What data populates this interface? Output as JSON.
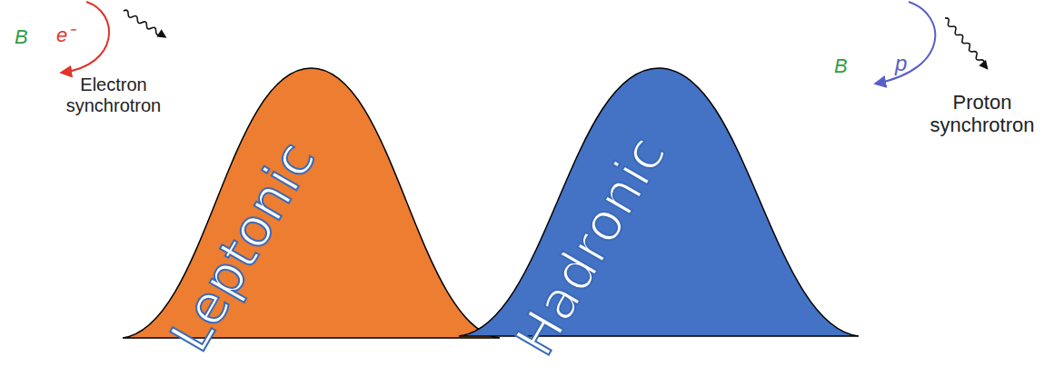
{
  "diagram": {
    "nodes": [
      {
        "text": [
          "Leptonic"
        ]
      },
      {
        "text": [
          "Hadronic"
        ]
      }
    ],
    "labels": [
      "B",
      "e⁻",
      "Electron synchrotron",
      "B",
      "p",
      "Proton synchrotron"
    ]
  }
}
